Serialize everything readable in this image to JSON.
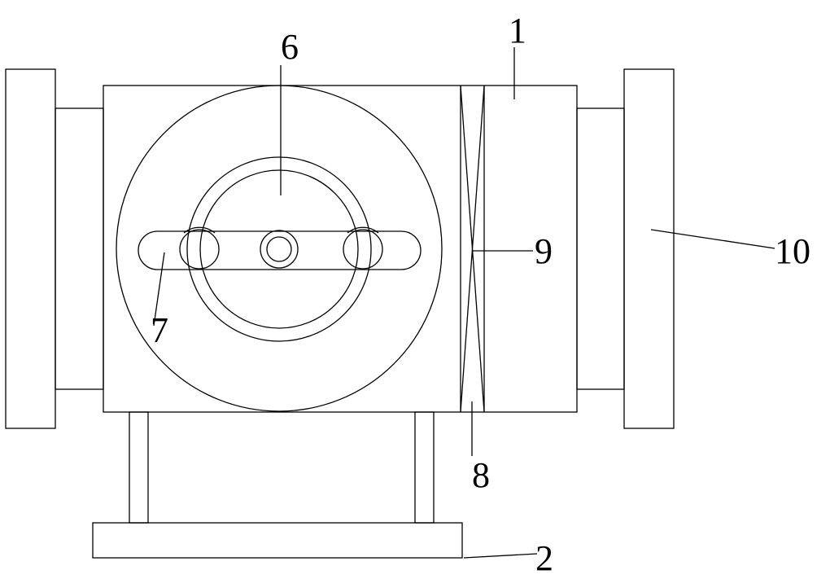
{
  "labels": {
    "part_1": "1",
    "part_2": "2",
    "part_6": "6",
    "part_7": "7",
    "part_8": "8",
    "part_9": "9",
    "part_10": "10"
  }
}
